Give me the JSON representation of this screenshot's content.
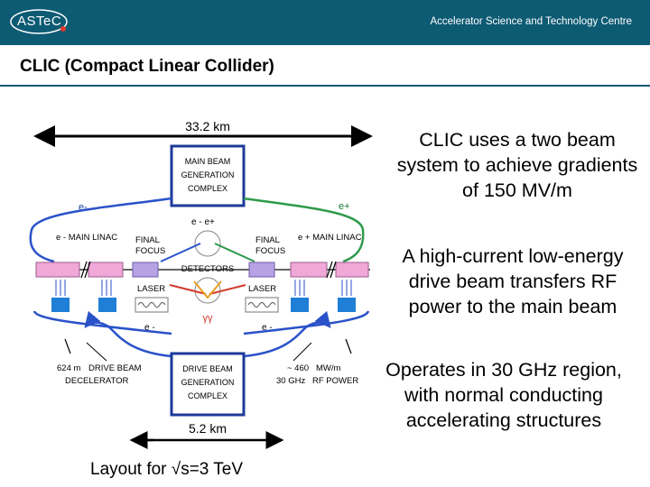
{
  "header": {
    "logo_text": "ASTeC",
    "org_name": "Accelerator Science and Technology Centre"
  },
  "slide": {
    "title": "CLIC (Compact Linear Collider)",
    "bullets": [
      "CLIC uses a two beam system to achieve gradients of 150 MV/m",
      "A high-current low-energy drive beam transfers RF power to the main beam",
      "Operates in 30 GHz region, with normal conducting accelerating structures"
    ],
    "caption": "Layout for √s=3 TeV"
  },
  "diagram": {
    "length_top": "33.2 km",
    "length_bottom": "5.2 km",
    "main_beam_box": [
      "MAIN BEAM",
      "GENERATION",
      "COMPLEX"
    ],
    "drive_beam_box": [
      "DRIVE BEAM",
      "GENERATION",
      "COMPLEX"
    ],
    "e_minus": "e-",
    "e_plus": "e+",
    "ee": "e - e+",
    "main_linac_left": "e - MAIN LINAC",
    "main_linac_right": "e + MAIN LINAC",
    "final_focus_left": [
      "FINAL",
      "FOCUS"
    ],
    "final_focus_right": [
      "FINAL",
      "FOCUS"
    ],
    "detectors": "DETECTORS",
    "laser_left": "LASER",
    "laser_right": "LASER",
    "gamma": "γγ",
    "e_bottom_left": "e -",
    "e_bottom_right": "e -",
    "decel_left": [
      "624 m",
      "DRIVE BEAM",
      "DECELERATOR"
    ],
    "rf_right": [
      "~ 460",
      "MW/m",
      "30 GHz",
      "RF POWER"
    ],
    "colors": {
      "header": "#0d5a73",
      "box_blue": "#1e3a9a",
      "linac_pink": "#f0a8d8",
      "quad_purple": "#b8a2e6",
      "klystron_blue": "#1f7fd6",
      "arrow_blue": "#2a52c9"
    }
  }
}
